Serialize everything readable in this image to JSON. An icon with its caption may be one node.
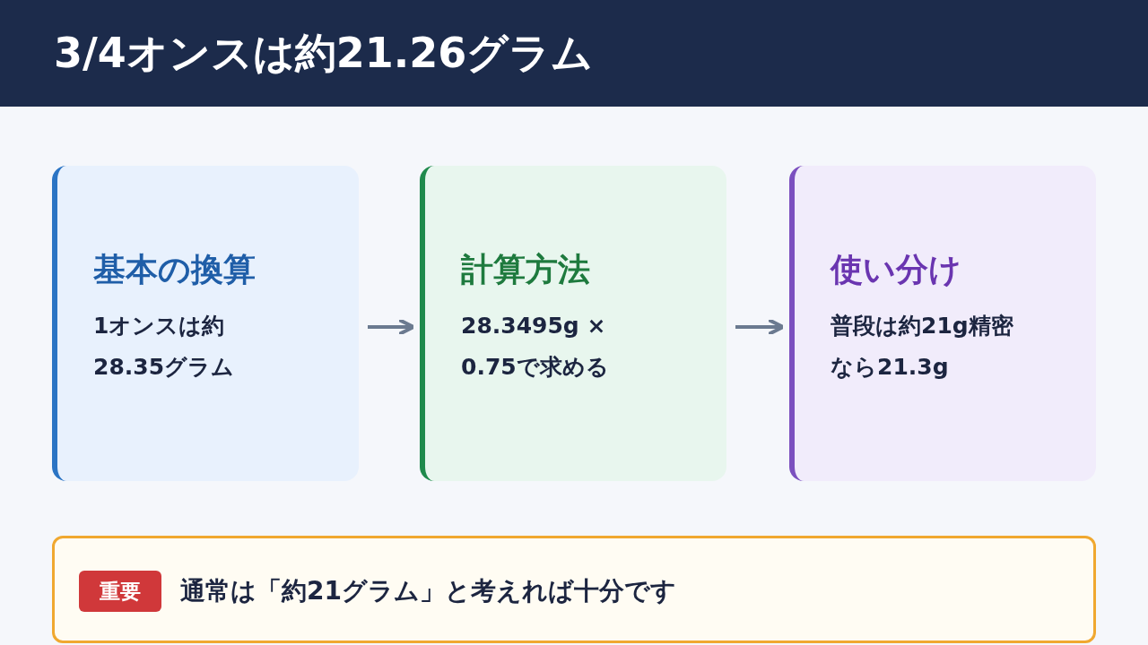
{
  "diagram": {
    "title": "3/4オンスは約21.26グラム",
    "nodes": [
      {
        "text": [
          "基本の換算",
          "1オンスは約28.35グラム"
        ]
      },
      {
        "text": [
          "計算方法",
          "28.3495g × 0.75で求める"
        ]
      },
      {
        "text": [
          "使い分け",
          "普段は約21g精密なら21.3g"
        ]
      },
      {
        "text": [
          "通常は「約21グラム」と考えれば十分です"
        ]
      },
      {
        "text": [
          "重要"
        ],
        "in": 3
      }
    ],
    "edges": [
      {
        "from": 0,
        "to": 1,
        "arrow": "to"
      },
      {
        "from": 1,
        "to": 2,
        "arrow": "to"
      }
    ]
  }
}
